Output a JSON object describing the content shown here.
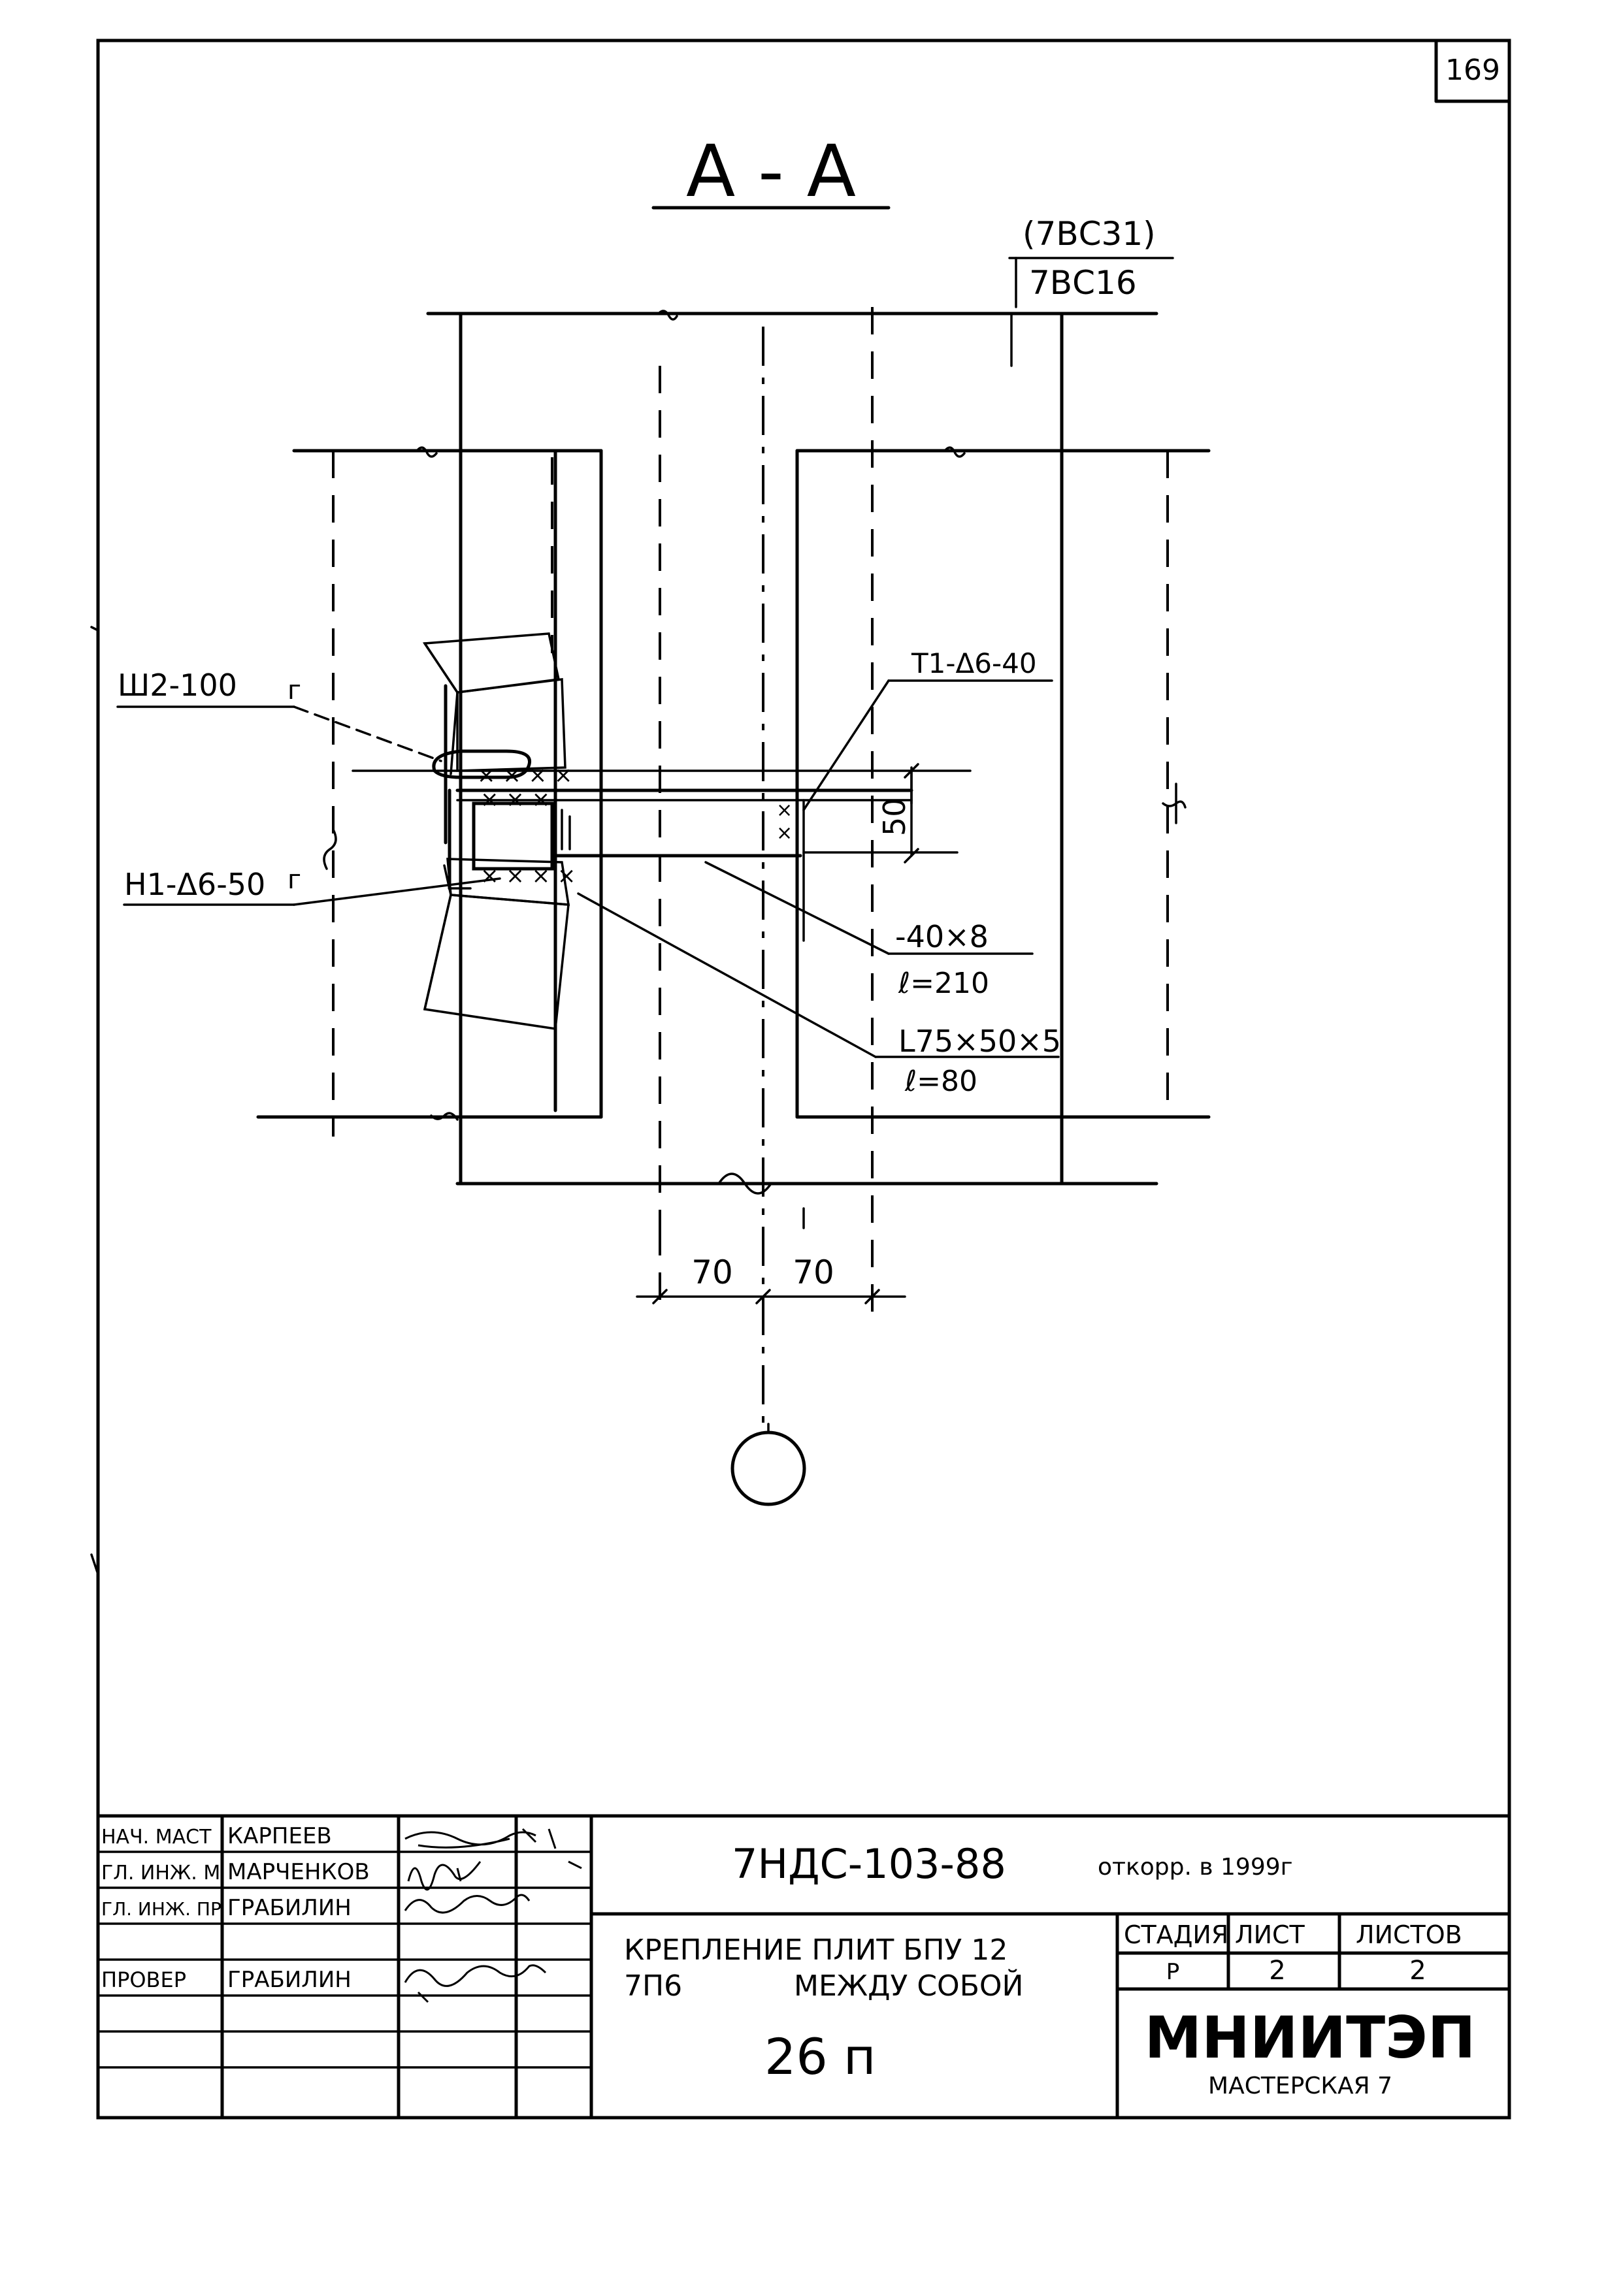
{
  "sheet": {
    "page_number": "169"
  },
  "drawing": {
    "section_title": "А - А",
    "mark_top": "(7ВС31)",
    "mark_bottom": "7ВС16",
    "label_weld_top": "Ш2-100",
    "label_weld_top_suffix": "г",
    "label_weld_bottom": "Н1-Δ6-50",
    "label_weld_bottom_suffix": "г",
    "label_weld_right": "Т1-Δ6-40",
    "dim_50": "50",
    "plate_size": "-40×8",
    "plate_length": "ℓ=210",
    "angle_size": "L75×50×5",
    "angle_length": "ℓ=80",
    "dim_left_70": "70",
    "dim_right_70": "70"
  },
  "title_block": {
    "roles": [
      "НАЧ. МАСТ",
      "ГЛ. ИНЖ. М",
      "ГЛ. ИНЖ. ПР",
      "",
      "ПРОВЕР",
      "",
      "",
      ""
    ],
    "names": [
      "КАРПЕЕВ",
      "МАРЧЕНКОВ",
      "ГРАБИЛИН",
      "",
      "ГРАБИЛИН",
      "",
      "",
      ""
    ],
    "doc_code": "7НДС-103-88",
    "doc_note": "откорр. в 1999г",
    "title_line1": "КРЕПЛЕНИЕ ПЛИТ БПУ 12",
    "title_line2a": "7П6",
    "title_line2b": "МЕЖДУ СОБОЙ",
    "sheet_code": "26 п",
    "stage_header": "СТАДИЯ",
    "sheet_header": "ЛИСТ",
    "sheets_header": "ЛИСТОВ",
    "stage_value": "Р",
    "sheet_value": "2",
    "sheets_value": "2",
    "org_name": "МНИИТЭП",
    "org_unit": "МАСТЕРСКАЯ 7"
  }
}
